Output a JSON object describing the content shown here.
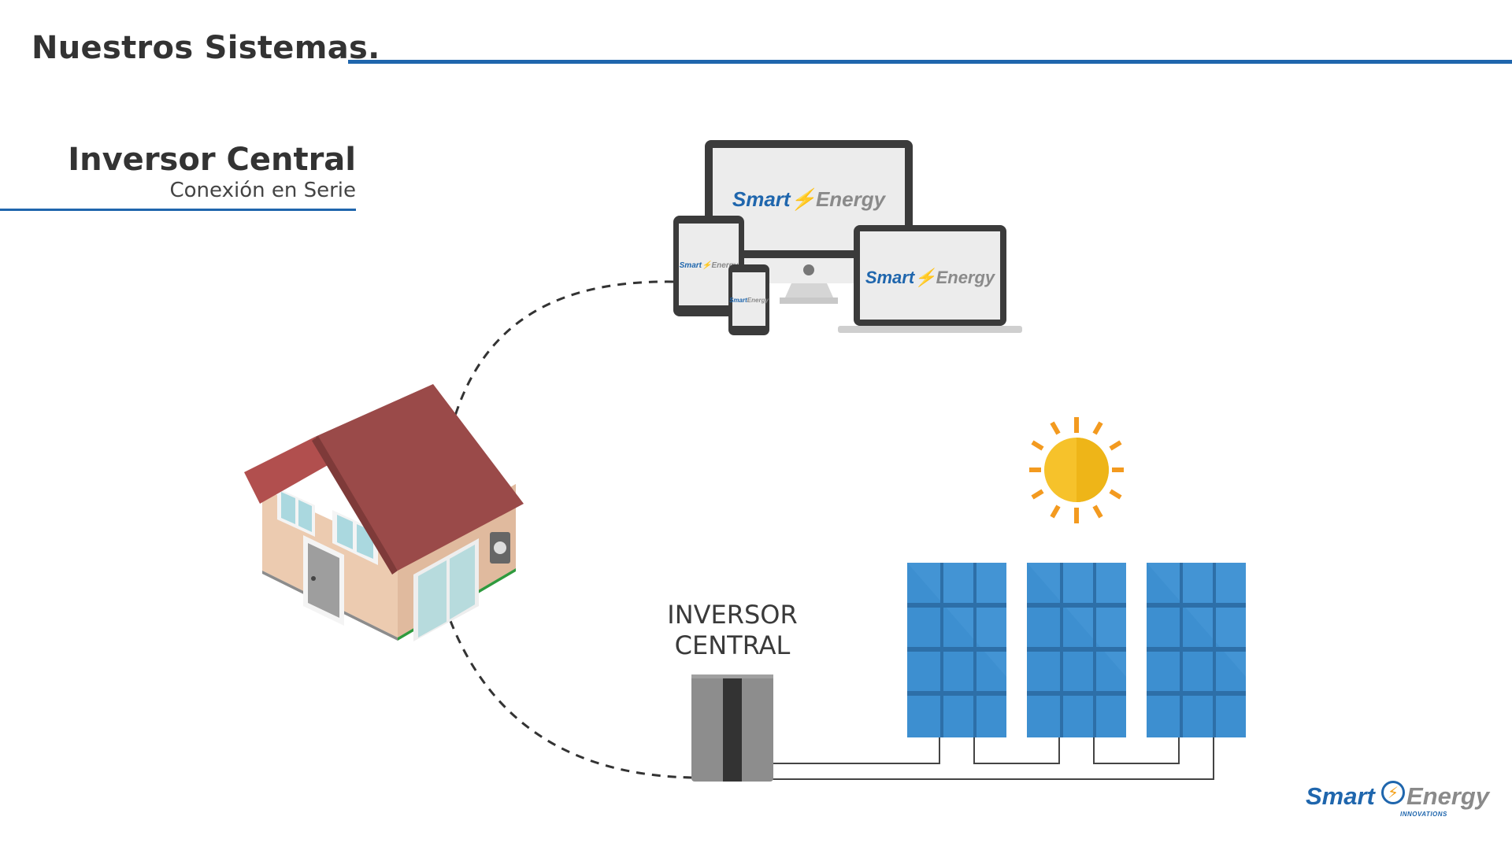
{
  "header": {
    "title": "Nuestros Sistemas."
  },
  "section": {
    "title": "Inversor Central",
    "subtitle": "Conexión en Serie"
  },
  "diagram": {
    "inverter_label_line1": "INVERSOR",
    "inverter_label_line2": "CENTRAL"
  },
  "brand": {
    "word1": "Smart",
    "word2": "Energy",
    "tagline": "INNOVATIONS",
    "primary_color": "#1f66ad",
    "secondary_color": "#8a8a8a",
    "bolt_color": "#f4a11a"
  },
  "colors": {
    "accent_rule": "#1f66ad",
    "panel_blue": "#3d8fd0",
    "roof": "#9a4a49",
    "wall": "#eccbb0",
    "sun": "#f6c22b",
    "sun_rays": "#f39a1f",
    "inverter": "#8d8d8d"
  }
}
